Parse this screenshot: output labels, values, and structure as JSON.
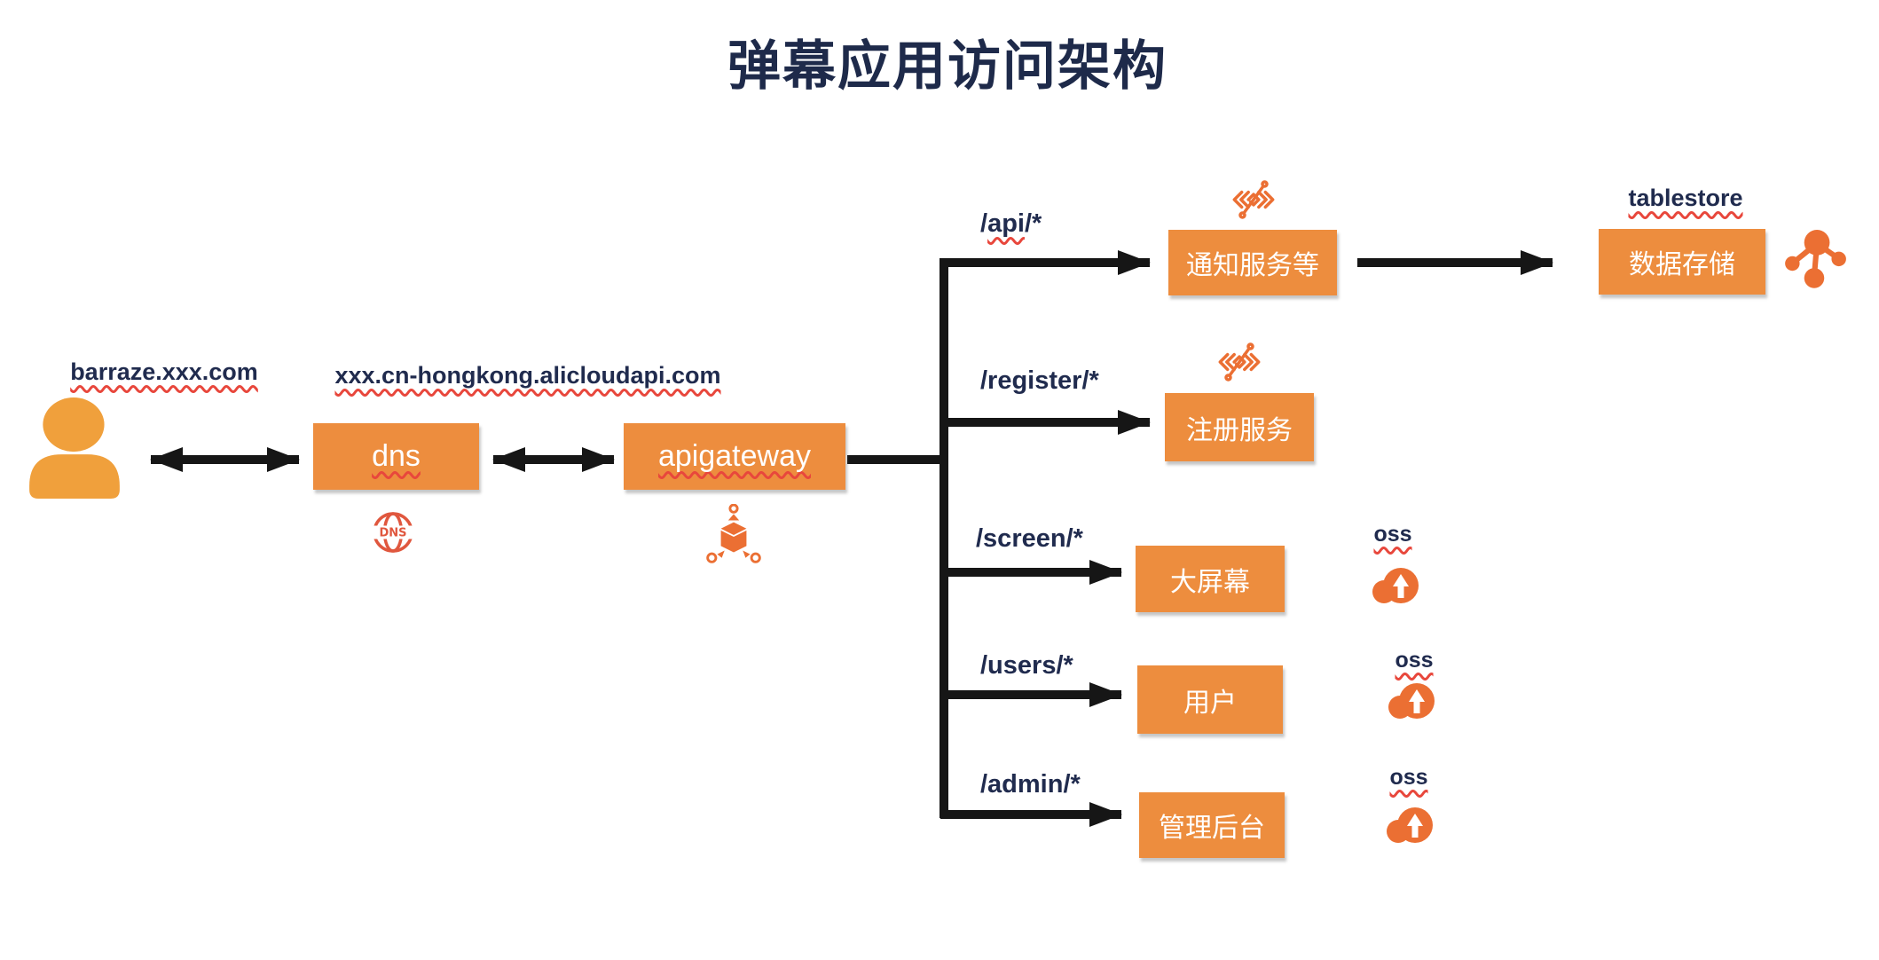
{
  "title": "弹幕应用访问架构",
  "client": {
    "domain_label": "barraze.xxx.com",
    "icon": "user-icon"
  },
  "dns": {
    "box_label": "dns",
    "icon": "dns-globe-icon"
  },
  "gateway": {
    "domain_label": "xxx.cn-hongkong.alicloudapi.com",
    "box_label": "apigateway",
    "icon": "api-gateway-cube-icon"
  },
  "routes": [
    {
      "path_pre": "/",
      "path_mid": "api",
      "path_post": "/*",
      "service": "通知服务等",
      "icon": "function-compute-icon"
    },
    {
      "path": "/register/*",
      "service": "注册服务",
      "icon": "function-compute-icon"
    },
    {
      "path": "/screen/*",
      "service": "大屏幕",
      "storage_label": "oss",
      "icon": "oss-cloud-icon"
    },
    {
      "path": "/users/*",
      "service": "用户",
      "storage_label": "oss",
      "icon": "oss-cloud-icon"
    },
    {
      "path": "/admin/*",
      "service": "管理后台",
      "storage_label": "oss",
      "icon": "oss-cloud-icon"
    }
  ],
  "tablestore": {
    "label": "tablestore",
    "box_label": "数据存储",
    "icon": "tablestore-molecule-icon"
  },
  "colors": {
    "box_orange": "#ED8D3E",
    "icon_orange": "#EB6F33",
    "user_orange": "#F0A03C",
    "dns_icon_red": "#E0573E",
    "title_navy": "#1E2A4A",
    "label_navy": "#202B4E",
    "arrow_black": "#161616",
    "squiggle_red": "#E8473C"
  }
}
